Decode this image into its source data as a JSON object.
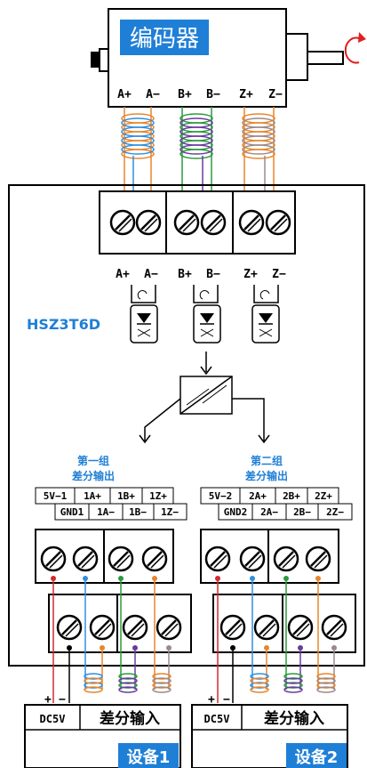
{
  "encoder": {
    "title": "编码器",
    "pins": [
      "A+",
      "A−",
      "B+",
      "B−",
      "Z+",
      "Z−"
    ]
  },
  "module": {
    "model": "HSZ3T6D",
    "input_labels": [
      "A+",
      "A−",
      "B+",
      "B−",
      "Z+",
      "Z−"
    ]
  },
  "group1": {
    "title_line1": "第一组",
    "title_line2": "差分输出",
    "row1": [
      "5V−1",
      "1A+",
      "1B+",
      "1Z+"
    ],
    "row2": [
      "GND1",
      "1A−",
      "1B−",
      "1Z−"
    ]
  },
  "group2": {
    "title_line1": "第二组",
    "title_line2": "差分输出",
    "row1": [
      "5V−2",
      "2A+",
      "2B+",
      "2Z+"
    ],
    "row2": [
      "GND2",
      "2A−",
      "2B−",
      "2Z−"
    ]
  },
  "device1": {
    "power_label": "DC5V",
    "input_label": "差分输入",
    "name": "设备1",
    "plus": "+",
    "minus": "−"
  },
  "device2": {
    "power_label": "DC5V",
    "input_label": "差分输入",
    "name": "设备2",
    "plus": "+",
    "minus": "−"
  },
  "colors": {
    "accent_blue": "#1f7fd6",
    "wire_red": "#d42a2a",
    "wire_blue": "#2e8fe0",
    "wire_green": "#2a9a3c",
    "wire_orange": "#e8852a",
    "wire_purple": "#6a3aa0",
    "wire_grey": "#9a8a8a"
  }
}
